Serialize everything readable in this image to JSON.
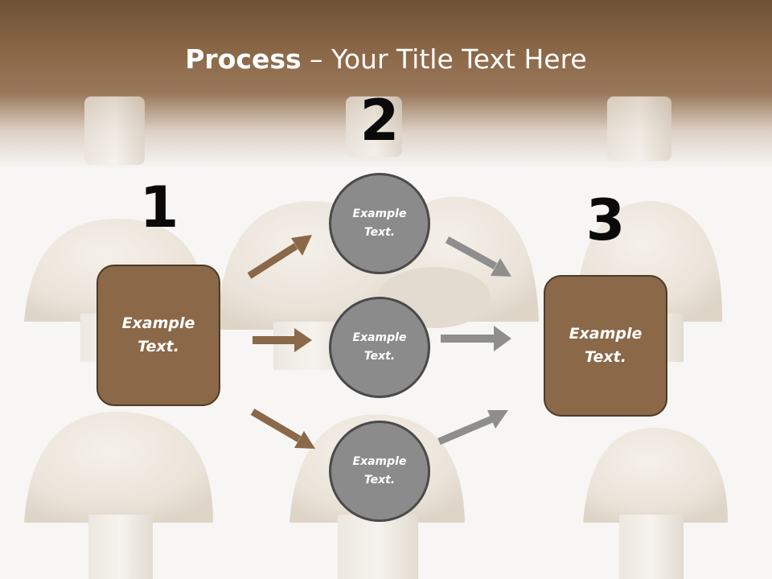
{
  "title": {
    "bold": "Process",
    "rest": " – Your Title Text Here"
  },
  "steps": [
    {
      "number": "1",
      "box_text": "Example\nText."
    },
    {
      "number": "2"
    },
    {
      "number": "3",
      "box_text": "Example\nText."
    }
  ],
  "circles": [
    {
      "text": "Example\nText."
    },
    {
      "text": "Example\nText."
    },
    {
      "text": "Example\nText."
    }
  ],
  "colors": {
    "header": "#8a6746",
    "box_fill": "#8a6848",
    "box_border": "#4e3a28",
    "circle_fill": "#8b8b8b",
    "circle_border": "#4a4a4a",
    "arrow_brown": "#8a6848",
    "arrow_gray": "#8e8e8e"
  },
  "background": {
    "subject": "white-button-mushrooms"
  }
}
